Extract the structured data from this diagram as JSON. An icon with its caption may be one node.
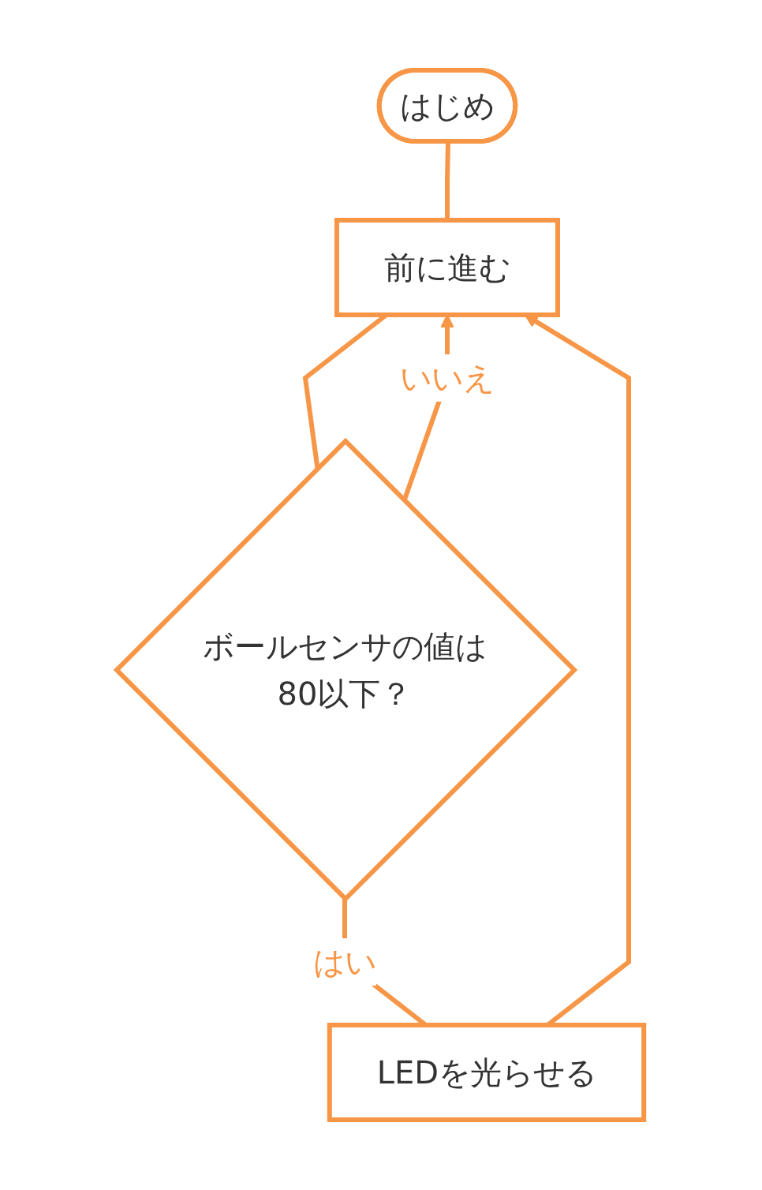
{
  "diagram": {
    "nodes": [
      {
        "text": [
          "はじめ"
        ]
      },
      {
        "text": [
          "前に進む"
        ]
      },
      {
        "text": [
          "ボールセンサの値は80以下？"
        ]
      },
      {
        "text": [
          "LEDを光らせる"
        ]
      }
    ],
    "edges": [
      {
        "from": 0,
        "to": 1,
        "arrow": "none"
      },
      {
        "from": 1,
        "to": 2,
        "arrow": "none"
      },
      {
        "from": 2,
        "to": 3,
        "label": "はい",
        "arrow": "none"
      },
      {
        "from": 2,
        "to": 1,
        "label": "いいえ",
        "arrow": "to"
      },
      {
        "from": 3,
        "to": 1,
        "arrow": "to"
      }
    ]
  }
}
